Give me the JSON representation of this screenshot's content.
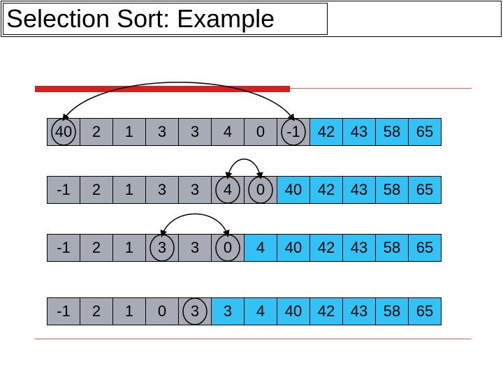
{
  "title": "Selection Sort: Example",
  "colors": {
    "gray_cell": "#a6abb6",
    "blue_cell": "#33c2f6",
    "red_bar": "#d42020",
    "rule_line": "#e06060"
  },
  "rows": [
    {
      "values": [
        "40",
        "2",
        "1",
        "3",
        "3",
        "4",
        "0",
        "-1",
        "42",
        "43",
        "58",
        "65"
      ],
      "sorted": [
        false,
        false,
        false,
        false,
        false,
        false,
        false,
        false,
        true,
        true,
        true,
        true
      ],
      "circled": [
        0,
        7
      ]
    },
    {
      "values": [
        "-1",
        "2",
        "1",
        "3",
        "3",
        "4",
        "0",
        "40",
        "42",
        "43",
        "58",
        "65"
      ],
      "sorted": [
        false,
        false,
        false,
        false,
        false,
        false,
        false,
        true,
        true,
        true,
        true,
        true
      ],
      "circled": [
        5,
        6
      ]
    },
    {
      "values": [
        "-1",
        "2",
        "1",
        "3",
        "3",
        "0",
        "4",
        "40",
        "42",
        "43",
        "58",
        "65"
      ],
      "sorted": [
        false,
        false,
        false,
        false,
        false,
        false,
        true,
        true,
        true,
        true,
        true,
        true
      ],
      "circled": [
        3,
        5
      ]
    },
    {
      "values": [
        "-1",
        "2",
        "1",
        "0",
        "3",
        "3",
        "4",
        "40",
        "42",
        "43",
        "58",
        "65"
      ],
      "sorted": [
        false,
        false,
        false,
        false,
        false,
        true,
        true,
        true,
        true,
        true,
        true,
        true
      ],
      "circled": [
        4
      ]
    }
  ]
}
